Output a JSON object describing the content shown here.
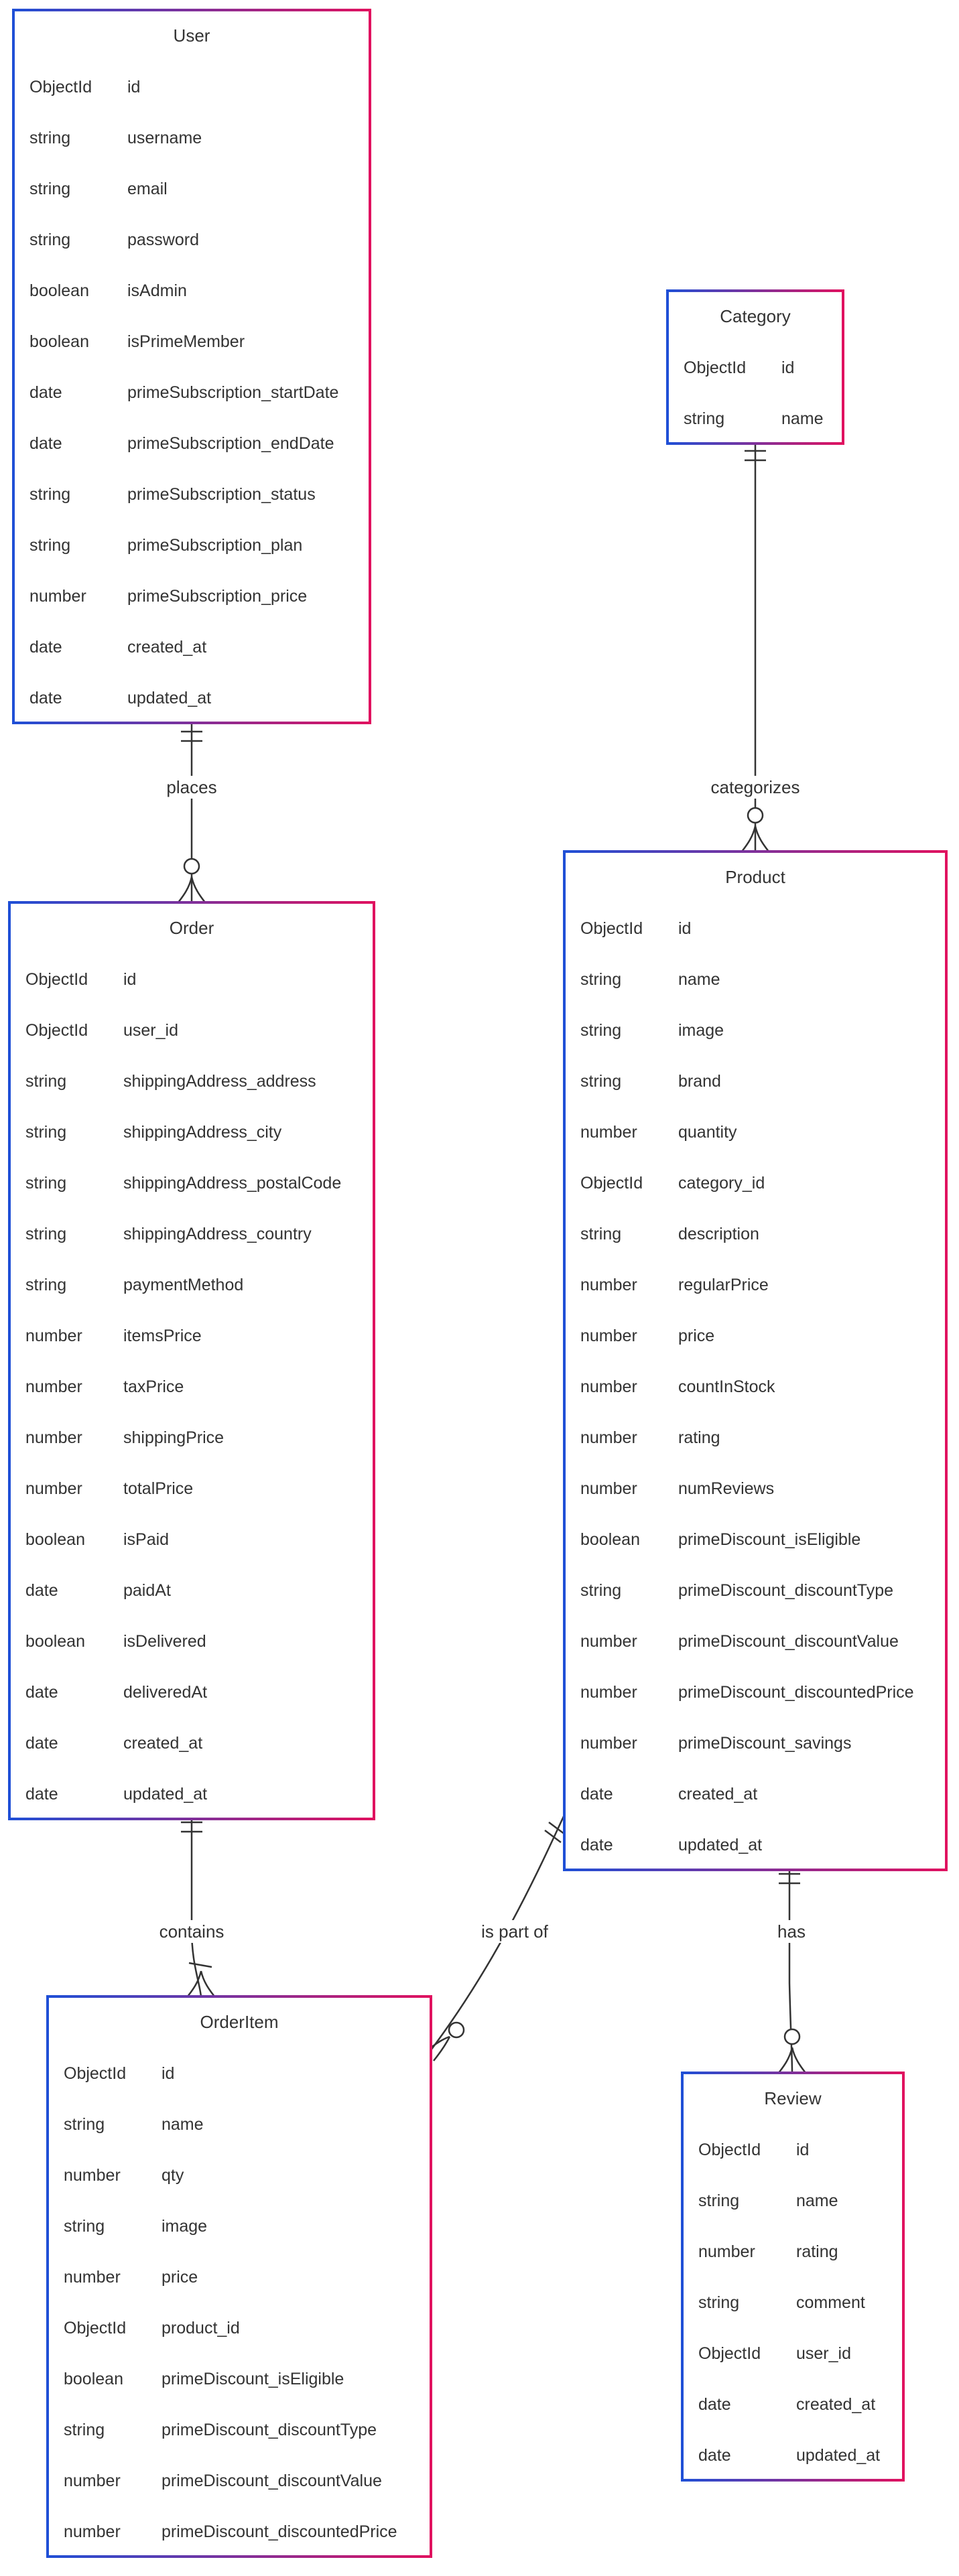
{
  "colors": {
    "border_left": "#1f4fd6",
    "border_right": "#e0115f",
    "line": "#333333",
    "text": "#333333",
    "background": "#ffffff"
  },
  "entities": [
    {
      "id": "user",
      "name": "User",
      "attributes": [
        {
          "type": "ObjectId",
          "name": "id"
        },
        {
          "type": "string",
          "name": "username"
        },
        {
          "type": "string",
          "name": "email"
        },
        {
          "type": "string",
          "name": "password"
        },
        {
          "type": "boolean",
          "name": "isAdmin"
        },
        {
          "type": "boolean",
          "name": "isPrimeMember"
        },
        {
          "type": "date",
          "name": "primeSubscription_startDate"
        },
        {
          "type": "date",
          "name": "primeSubscription_endDate"
        },
        {
          "type": "string",
          "name": "primeSubscription_status"
        },
        {
          "type": "string",
          "name": "primeSubscription_plan"
        },
        {
          "type": "number",
          "name": "primeSubscription_price"
        },
        {
          "type": "date",
          "name": "created_at"
        },
        {
          "type": "date",
          "name": "updated_at"
        }
      ]
    },
    {
      "id": "category",
      "name": "Category",
      "attributes": [
        {
          "type": "ObjectId",
          "name": "id"
        },
        {
          "type": "string",
          "name": "name"
        }
      ]
    },
    {
      "id": "order",
      "name": "Order",
      "attributes": [
        {
          "type": "ObjectId",
          "name": "id"
        },
        {
          "type": "ObjectId",
          "name": "user_id"
        },
        {
          "type": "string",
          "name": "shippingAddress_address"
        },
        {
          "type": "string",
          "name": "shippingAddress_city"
        },
        {
          "type": "string",
          "name": "shippingAddress_postalCode"
        },
        {
          "type": "string",
          "name": "shippingAddress_country"
        },
        {
          "type": "string",
          "name": "paymentMethod"
        },
        {
          "type": "number",
          "name": "itemsPrice"
        },
        {
          "type": "number",
          "name": "taxPrice"
        },
        {
          "type": "number",
          "name": "shippingPrice"
        },
        {
          "type": "number",
          "name": "totalPrice"
        },
        {
          "type": "boolean",
          "name": "isPaid"
        },
        {
          "type": "date",
          "name": "paidAt"
        },
        {
          "type": "boolean",
          "name": "isDelivered"
        },
        {
          "type": "date",
          "name": "deliveredAt"
        },
        {
          "type": "date",
          "name": "created_at"
        },
        {
          "type": "date",
          "name": "updated_at"
        }
      ]
    },
    {
      "id": "product",
      "name": "Product",
      "attributes": [
        {
          "type": "ObjectId",
          "name": "id"
        },
        {
          "type": "string",
          "name": "name"
        },
        {
          "type": "string",
          "name": "image"
        },
        {
          "type": "string",
          "name": "brand"
        },
        {
          "type": "number",
          "name": "quantity"
        },
        {
          "type": "ObjectId",
          "name": "category_id"
        },
        {
          "type": "string",
          "name": "description"
        },
        {
          "type": "number",
          "name": "regularPrice"
        },
        {
          "type": "number",
          "name": "price"
        },
        {
          "type": "number",
          "name": "countInStock"
        },
        {
          "type": "number",
          "name": "rating"
        },
        {
          "type": "number",
          "name": "numReviews"
        },
        {
          "type": "boolean",
          "name": "primeDiscount_isEligible"
        },
        {
          "type": "string",
          "name": "primeDiscount_discountType"
        },
        {
          "type": "number",
          "name": "primeDiscount_discountValue"
        },
        {
          "type": "number",
          "name": "primeDiscount_discountedPrice"
        },
        {
          "type": "number",
          "name": "primeDiscount_savings"
        },
        {
          "type": "date",
          "name": "created_at"
        },
        {
          "type": "date",
          "name": "updated_at"
        }
      ]
    },
    {
      "id": "orderitem",
      "name": "OrderItem",
      "attributes": [
        {
          "type": "ObjectId",
          "name": "id"
        },
        {
          "type": "string",
          "name": "name"
        },
        {
          "type": "number",
          "name": "qty"
        },
        {
          "type": "string",
          "name": "image"
        },
        {
          "type": "number",
          "name": "price"
        },
        {
          "type": "ObjectId",
          "name": "product_id"
        },
        {
          "type": "boolean",
          "name": "primeDiscount_isEligible"
        },
        {
          "type": "string",
          "name": "primeDiscount_discountType"
        },
        {
          "type": "number",
          "name": "primeDiscount_discountValue"
        },
        {
          "type": "number",
          "name": "primeDiscount_discountedPrice"
        }
      ]
    },
    {
      "id": "review",
      "name": "Review",
      "attributes": [
        {
          "type": "ObjectId",
          "name": "id"
        },
        {
          "type": "string",
          "name": "name"
        },
        {
          "type": "number",
          "name": "rating"
        },
        {
          "type": "string",
          "name": "comment"
        },
        {
          "type": "ObjectId",
          "name": "user_id"
        },
        {
          "type": "date",
          "name": "created_at"
        },
        {
          "type": "date",
          "name": "updated_at"
        }
      ]
    }
  ],
  "relationships": [
    {
      "id": "places",
      "label": "places",
      "from": "user",
      "to": "order",
      "from_cardinality": "exactly-one",
      "to_cardinality": "zero-or-more"
    },
    {
      "id": "categorizes",
      "label": "categorizes",
      "from": "category",
      "to": "product",
      "from_cardinality": "exactly-one",
      "to_cardinality": "zero-or-more"
    },
    {
      "id": "contains",
      "label": "contains",
      "from": "order",
      "to": "orderitem",
      "from_cardinality": "exactly-one",
      "to_cardinality": "one-or-more"
    },
    {
      "id": "is-part-of",
      "label": "is part of",
      "from": "product",
      "to": "orderitem",
      "from_cardinality": "exactly-one",
      "to_cardinality": "zero-or-more"
    },
    {
      "id": "has",
      "label": "has",
      "from": "product",
      "to": "review",
      "from_cardinality": "exactly-one",
      "to_cardinality": "zero-or-more"
    }
  ]
}
